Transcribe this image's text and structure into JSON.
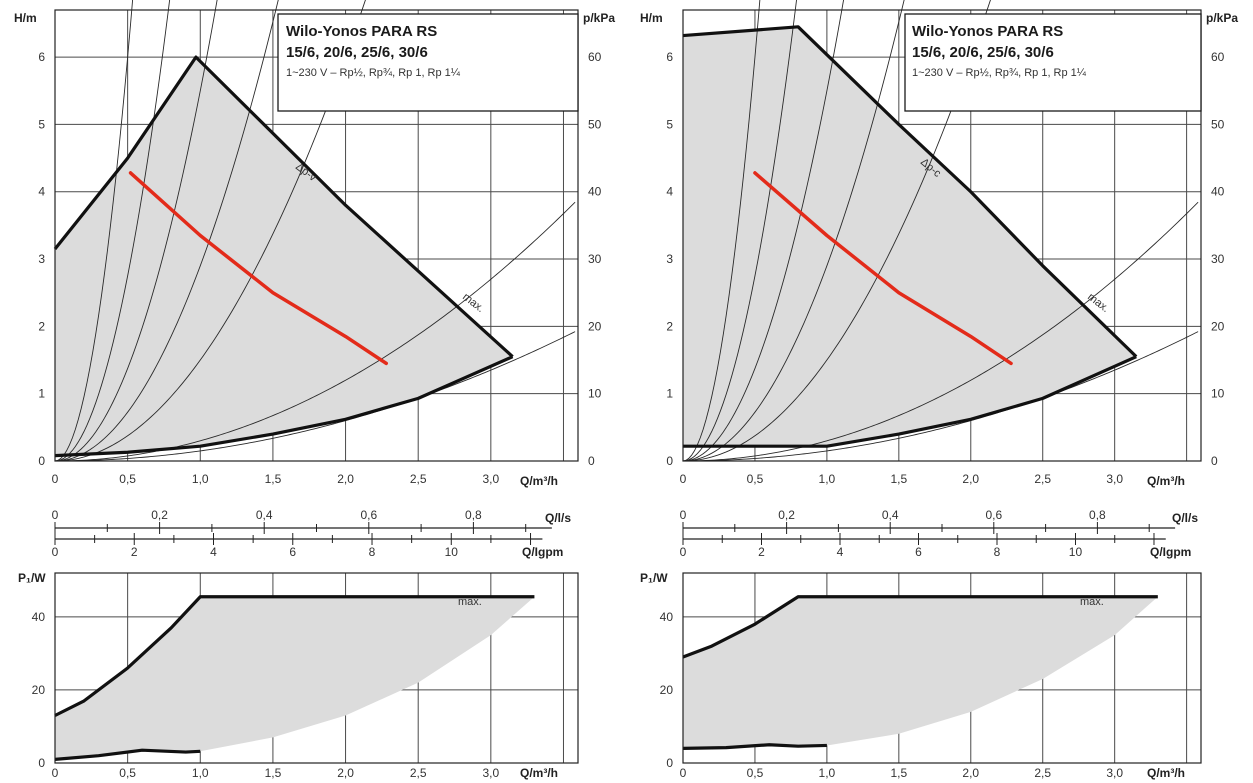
{
  "chart_data": [
    {
      "panel": "left",
      "type": "line",
      "title": "Wilo-Yonos PARA RS",
      "subtitle": "15/6, 20/6, 25/6, 30/6",
      "note": "1~230 V – Rp½, Rp¾, Rp 1, Rp 1¼",
      "xlabel": "Q/m³/h",
      "ylabel": "H/m",
      "y2label": "p/kPa",
      "xlim": [
        0,
        3.6
      ],
      "ylim": [
        0,
        6.7
      ],
      "y2lim": [
        0,
        67
      ],
      "xticks": [
        "0",
        "0,5",
        "1,0",
        "1,5",
        "2,0",
        "2,5",
        "3,0"
      ],
      "yticks": [
        "0",
        "1",
        "2",
        "3",
        "4",
        "5",
        "6"
      ],
      "y2ticks": [
        "0",
        "10",
        "20",
        "30",
        "40",
        "50",
        "60"
      ],
      "mode_label": "Δp-v",
      "max_label": "max.",
      "envelope": {
        "upper": [
          [
            0,
            3.15
          ],
          [
            0.5,
            4.5
          ],
          [
            0.97,
            6.0
          ],
          [
            2.0,
            3.8
          ],
          [
            3.15,
            1.55
          ]
        ],
        "lower": [
          [
            0,
            0.08
          ],
          [
            0.5,
            0.13
          ],
          [
            1.0,
            0.22
          ],
          [
            1.5,
            0.4
          ],
          [
            2.0,
            0.62
          ],
          [
            2.5,
            0.93
          ],
          [
            3.15,
            1.55
          ]
        ]
      },
      "operating_curve": [
        [
          0.52,
          4.28
        ],
        [
          1.0,
          3.35
        ],
        [
          1.5,
          2.5
        ],
        [
          2.0,
          1.85
        ],
        [
          2.28,
          1.45
        ]
      ],
      "system_curve_k": [
        24,
        11,
        5.5,
        2.9,
        1.5,
        0.3,
        0.15
      ]
    },
    {
      "panel": "right",
      "type": "line",
      "title": "Wilo-Yonos PARA RS",
      "subtitle": "15/6, 20/6, 25/6, 30/6",
      "note": "1~230 V – Rp½, Rp¾, Rp 1, Rp 1¼",
      "xlabel": "Q/m³/h",
      "ylabel": "H/m",
      "y2label": "p/kPa",
      "xlim": [
        0,
        3.6
      ],
      "ylim": [
        0,
        6.7
      ],
      "y2lim": [
        0,
        67
      ],
      "xticks": [
        "0",
        "0,5",
        "1,0",
        "1,5",
        "2,0",
        "2,5",
        "3,0"
      ],
      "yticks": [
        "0",
        "1",
        "2",
        "3",
        "4",
        "5",
        "6"
      ],
      "y2ticks": [
        "0",
        "10",
        "20",
        "30",
        "40",
        "50",
        "60"
      ],
      "mode_label": "Δp-c",
      "max_label": "max.",
      "envelope": {
        "upper": [
          [
            0,
            6.32
          ],
          [
            0.8,
            6.45
          ],
          [
            1.5,
            5.0
          ],
          [
            2.0,
            4.0
          ],
          [
            2.5,
            2.9
          ],
          [
            3.15,
            1.55
          ]
        ],
        "lower": [
          [
            0,
            0.22
          ],
          [
            1.0,
            0.22
          ],
          [
            1.5,
            0.4
          ],
          [
            2.0,
            0.62
          ],
          [
            2.5,
            0.93
          ],
          [
            3.15,
            1.55
          ]
        ]
      },
      "operating_curve": [
        [
          0.5,
          4.28
        ],
        [
          1.0,
          3.35
        ],
        [
          1.5,
          2.5
        ],
        [
          2.0,
          1.85
        ],
        [
          2.28,
          1.45
        ]
      ],
      "system_curve_k": [
        24,
        11,
        5.5,
        2.9,
        1.5,
        0.3,
        0.15
      ]
    },
    {
      "panel": "left-flow-scales",
      "type": "table",
      "ls_label": "Q/l/s",
      "ls_ticks": [
        "0",
        "0,2",
        "0,4",
        "0,6",
        "0,8"
      ],
      "ls_values": [
        0,
        0.2,
        0.4,
        0.6,
        0.8
      ],
      "igpm_label": "Q/Igpm",
      "igpm_ticks": [
        "0",
        "2",
        "4",
        "6",
        "8",
        "10"
      ],
      "igpm_values": [
        0,
        2,
        4,
        6,
        8,
        10
      ]
    },
    {
      "panel": "right-flow-scales",
      "type": "table",
      "ls_label": "Q/l/s",
      "ls_ticks": [
        "0",
        "0,2",
        "0,4",
        "0,6",
        "0,8"
      ],
      "ls_values": [
        0,
        0.2,
        0.4,
        0.6,
        0.8
      ],
      "igpm_label": "Q/Igpm",
      "igpm_ticks": [
        "0",
        "2",
        "4",
        "6",
        "8",
        "10"
      ],
      "igpm_values": [
        0,
        2,
        4,
        6,
        8,
        10
      ]
    },
    {
      "panel": "left-power",
      "type": "line",
      "xlabel": "Q/m³/h",
      "ylabel": "P₁/W",
      "xlim": [
        0,
        3.6
      ],
      "ylim": [
        0,
        52
      ],
      "xticks": [
        "0",
        "0,5",
        "1,0",
        "1,5",
        "2,0",
        "2,5",
        "3,0"
      ],
      "yticks": [
        "0",
        "20",
        "40"
      ],
      "max_label": "max.",
      "upper": [
        [
          0,
          13
        ],
        [
          0.2,
          17
        ],
        [
          0.5,
          26
        ],
        [
          0.8,
          37
        ],
        [
          1.0,
          45.5
        ],
        [
          3.3,
          45.5
        ]
      ],
      "lower": [
        [
          0,
          1
        ],
        [
          0.3,
          2
        ],
        [
          0.6,
          3.5
        ],
        [
          0.9,
          3
        ],
        [
          1.0,
          3.2
        ]
      ],
      "shade_bottom": [
        [
          1.0,
          3.2
        ],
        [
          1.5,
          7
        ],
        [
          2.0,
          13
        ],
        [
          2.5,
          22
        ],
        [
          3.0,
          35
        ],
        [
          3.3,
          45.5
        ]
      ]
    },
    {
      "panel": "right-power",
      "type": "line",
      "xlabel": "Q/m³/h",
      "ylabel": "P₁/W",
      "xlim": [
        0,
        3.6
      ],
      "ylim": [
        0,
        52
      ],
      "xticks": [
        "0",
        "0,5",
        "1,0",
        "1,5",
        "2,0",
        "2,5",
        "3,0"
      ],
      "yticks": [
        "0",
        "20",
        "40"
      ],
      "max_label": "max.",
      "upper": [
        [
          0,
          29
        ],
        [
          0.2,
          32
        ],
        [
          0.5,
          38
        ],
        [
          0.8,
          45.5
        ],
        [
          3.3,
          45.5
        ]
      ],
      "lower": [
        [
          0,
          4
        ],
        [
          0.3,
          4.2
        ],
        [
          0.6,
          5
        ],
        [
          0.8,
          4.6
        ],
        [
          1.0,
          4.8
        ]
      ],
      "shade_bottom": [
        [
          1.0,
          4.8
        ],
        [
          1.5,
          8
        ],
        [
          2.0,
          14
        ],
        [
          2.5,
          23
        ],
        [
          3.0,
          35
        ],
        [
          3.3,
          45.5
        ]
      ]
    }
  ]
}
